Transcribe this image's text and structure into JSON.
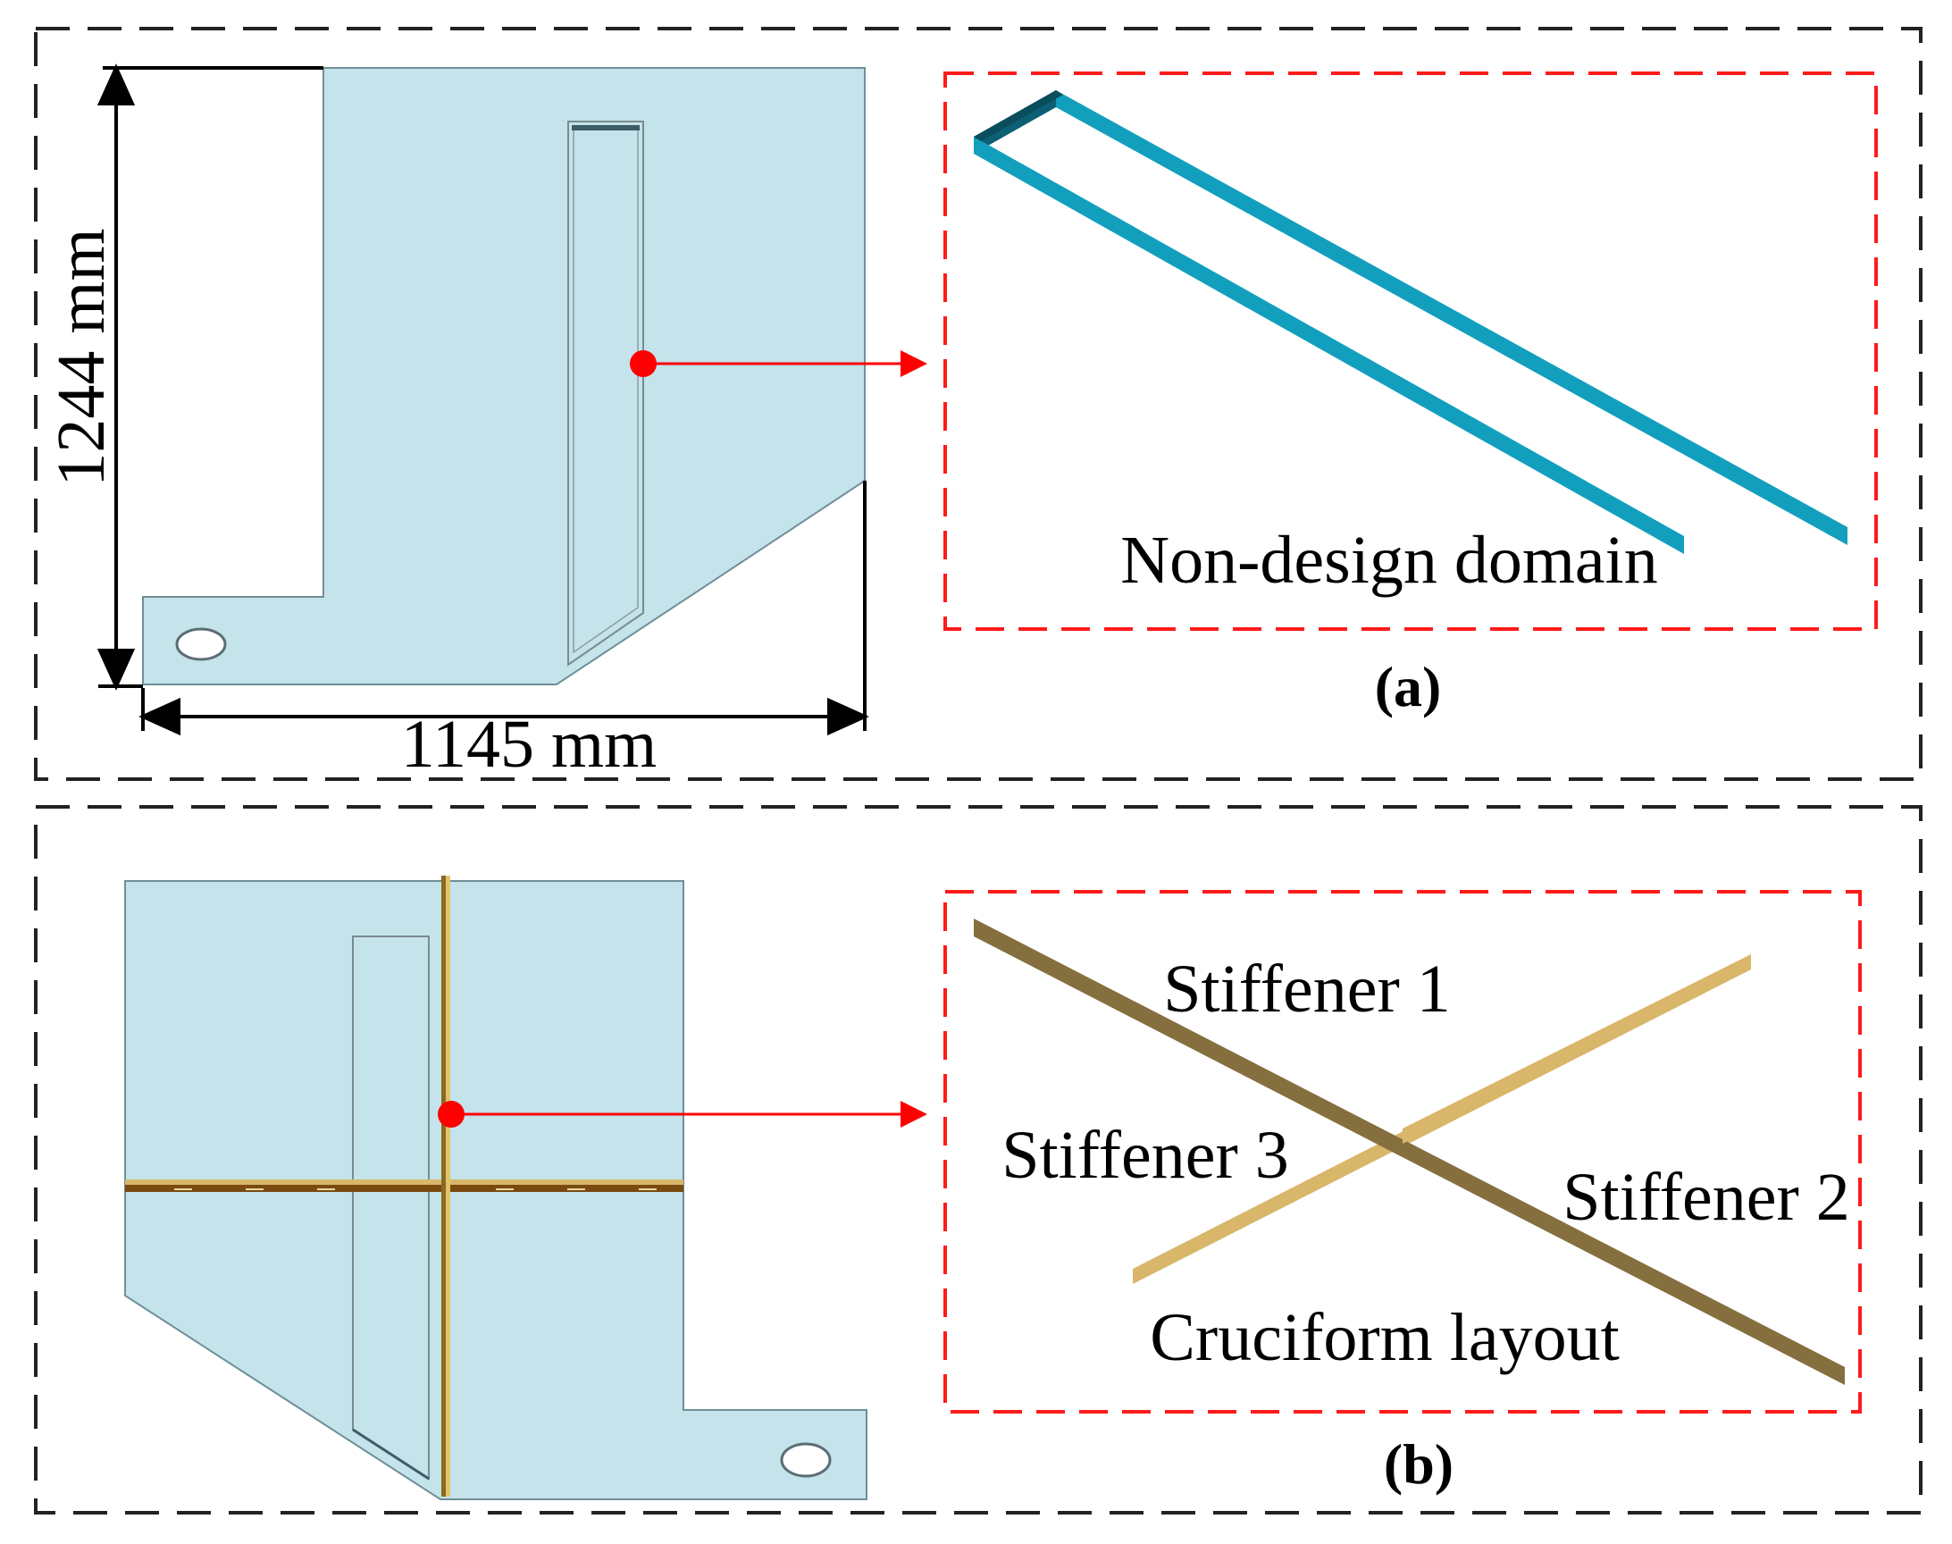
{
  "panel_a": {
    "caption": "(a)",
    "height_dimension": "1244 mm",
    "width_dimension": "1145 mm",
    "zoom_label": "Non-design domain"
  },
  "panel_b": {
    "caption": "(b)",
    "stiffener_1": "Stiffener 1",
    "stiffener_2": "Stiffener 2",
    "stiffener_3": "Stiffener 3",
    "layout_label": "Cruciform layout"
  },
  "colors": {
    "plate": "#c4e3eb",
    "non_design_frame": "#129fbd",
    "stiffener_dark": "#856f3f",
    "stiffener_light": "#d8b66a",
    "marker": "#ff0000",
    "frame_dash": "#222222"
  }
}
